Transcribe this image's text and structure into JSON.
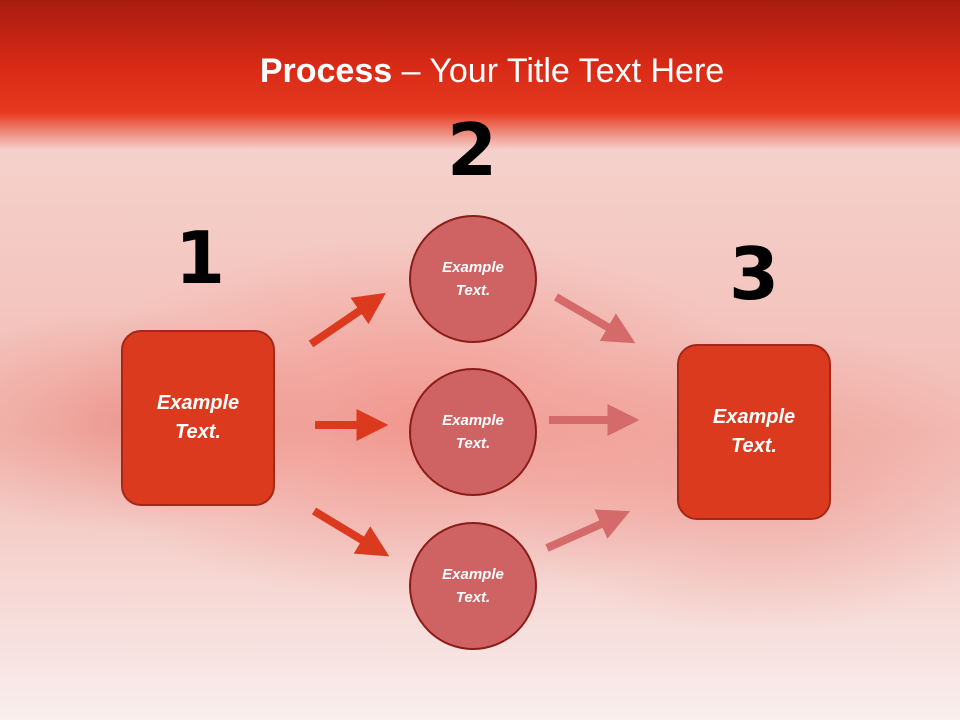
{
  "title": {
    "bold": "Process",
    "rest": " – Your Title Text Here"
  },
  "steps": [
    {
      "number": "1",
      "text_line1": "Example",
      "text_line2": "Text."
    },
    {
      "number": "2"
    },
    {
      "number": "3",
      "text_line1": "Example",
      "text_line2": "Text."
    }
  ],
  "circles": [
    {
      "text_line1": "Example",
      "text_line2": "Text."
    },
    {
      "text_line1": "Example",
      "text_line2": "Text."
    },
    {
      "text_line1": "Example",
      "text_line2": "Text."
    }
  ],
  "colors": {
    "banner": "#d92a16",
    "box": "#dc3a1f",
    "circle": "#cf6262",
    "arrow_left": "#dc3a1f",
    "arrow_right": "#d46a6a"
  }
}
